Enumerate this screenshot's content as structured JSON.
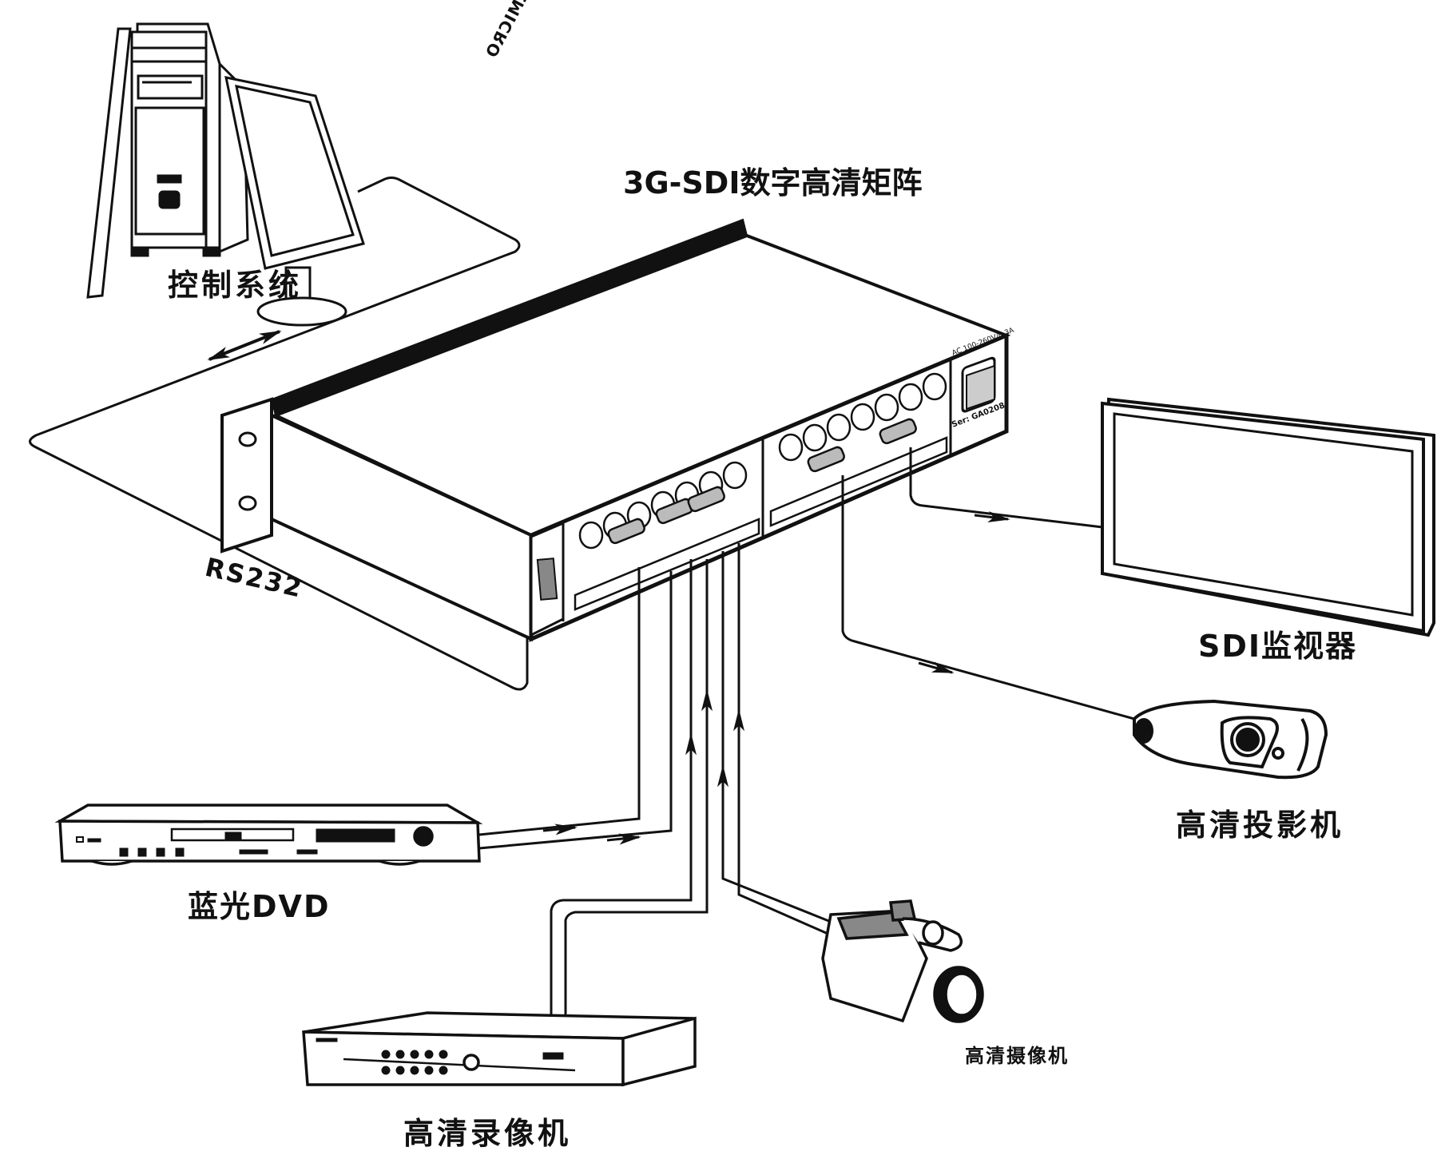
{
  "diagram": {
    "title": "3G-SDI数字高清矩阵",
    "type": "signal-connection-diagram",
    "center_device": {
      "name": "3G-SDI数字高清矩阵",
      "ports": [
        "RS232",
        "SDI inputs (BNC)",
        "SDI outputs (BNC)",
        "AC power inlet"
      ],
      "power_spec": "AC 100-260V/0.3A",
      "serial_label": "Ser: GA0208"
    },
    "nodes": [
      {
        "id": "control",
        "label": "控制系统",
        "role": "control",
        "brand": "SILMICRO"
      },
      {
        "id": "monitor",
        "label": "SDI监视器",
        "role": "output"
      },
      {
        "id": "projector",
        "label": "高清投影机",
        "role": "output"
      },
      {
        "id": "dvd",
        "label": "蓝光DVD",
        "role": "input"
      },
      {
        "id": "recorder",
        "label": "高清录像机",
        "role": "input"
      },
      {
        "id": "camera",
        "label": "高清摄像机",
        "role": "input"
      }
    ],
    "edges": [
      {
        "from": "control",
        "to": "matrix",
        "label": "RS232",
        "direction": "bidirectional"
      },
      {
        "from": "dvd",
        "to": "matrix",
        "direction": "forward",
        "count": 2
      },
      {
        "from": "recorder",
        "to": "matrix",
        "direction": "forward",
        "count": 2
      },
      {
        "from": "camera",
        "to": "matrix",
        "direction": "forward",
        "count": 2
      },
      {
        "from": "matrix",
        "to": "monitor",
        "direction": "forward"
      },
      {
        "from": "matrix",
        "to": "projector",
        "direction": "forward"
      }
    ],
    "connection_label": "RS232"
  }
}
